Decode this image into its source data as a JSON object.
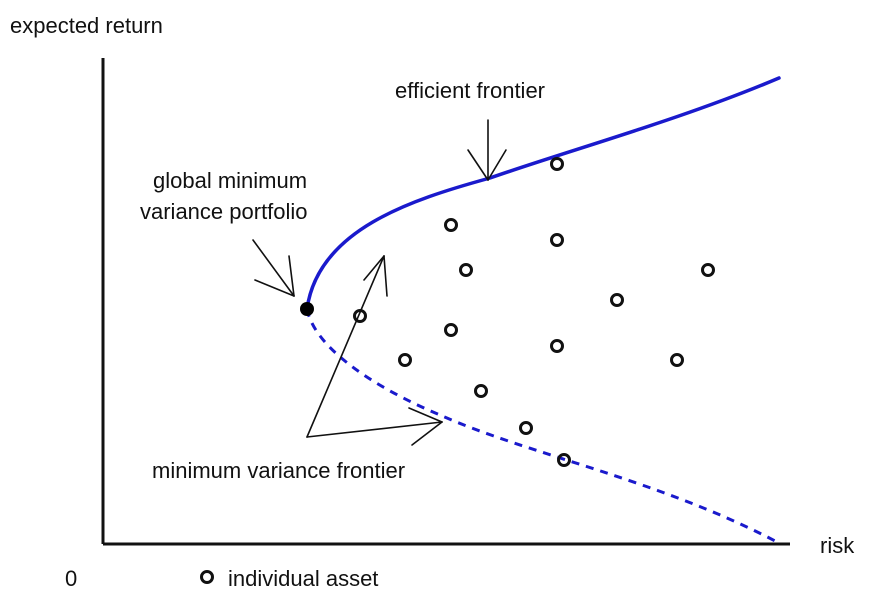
{
  "labels": {
    "y_axis": "expected return",
    "x_axis": "risk",
    "origin": "0",
    "efficient_frontier": "efficient frontier",
    "gmv_line1": "global minimum",
    "gmv_line2": "variance portfolio",
    "min_variance_frontier": "minimum variance frontier",
    "legend_asset": "individual asset"
  },
  "colors": {
    "frontier": "#1a1acc",
    "ink": "#111111",
    "background": "#ffffff"
  },
  "frontier": {
    "efficient_style": "solid",
    "inefficient_style": "dashed"
  }
}
